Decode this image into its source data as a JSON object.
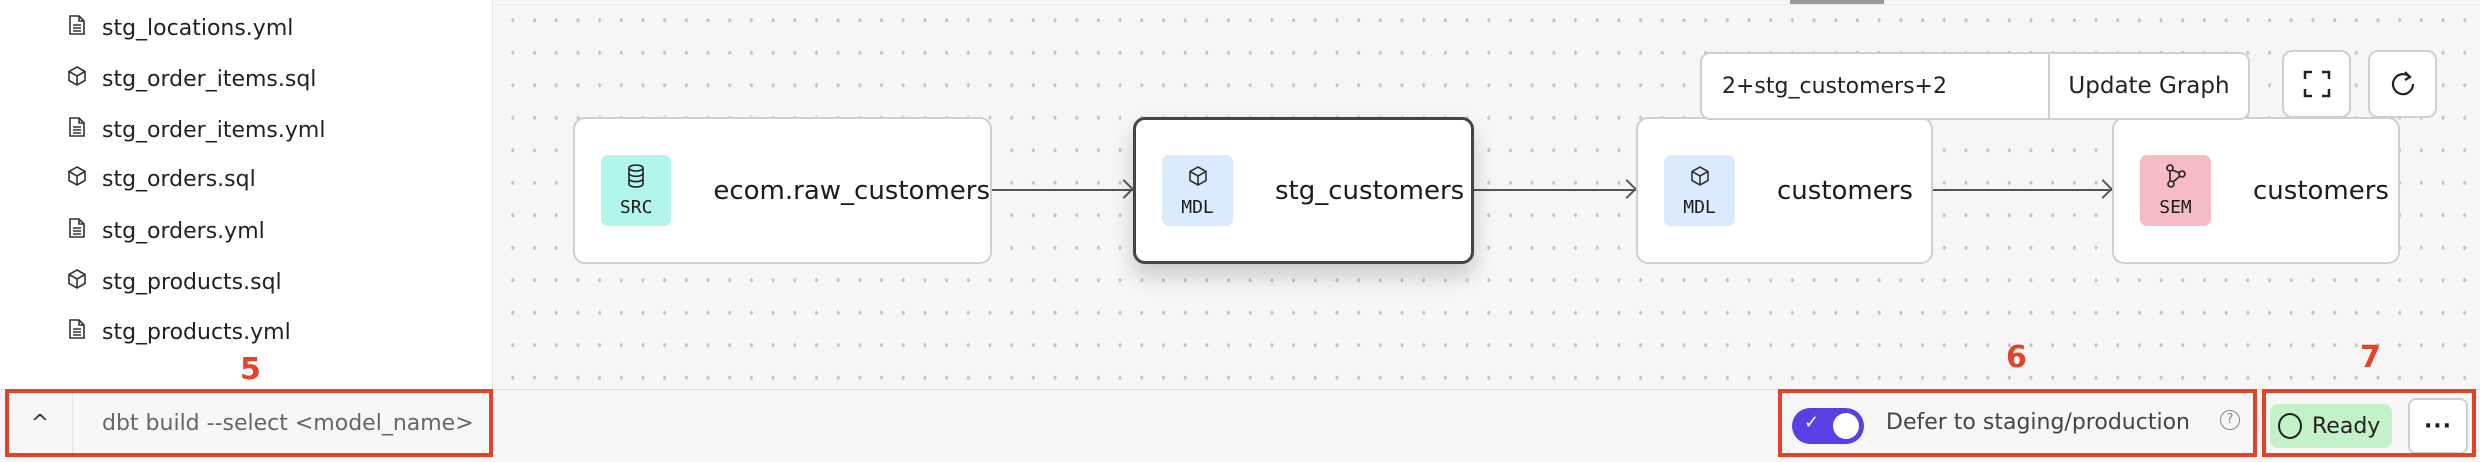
{
  "sidebar": {
    "files": [
      {
        "name": "stg_locations.yml",
        "icon": "file-icon"
      },
      {
        "name": "stg_order_items.sql",
        "icon": "cube-icon"
      },
      {
        "name": "stg_order_items.yml",
        "icon": "file-icon"
      },
      {
        "name": "stg_orders.sql",
        "icon": "cube-icon"
      },
      {
        "name": "stg_orders.yml",
        "icon": "file-icon"
      },
      {
        "name": "stg_products.sql",
        "icon": "cube-icon"
      },
      {
        "name": "stg_products.yml",
        "icon": "file-icon"
      }
    ]
  },
  "graph": {
    "query_value": "2+stg_customers+2",
    "update_label": "Update Graph",
    "nodes": [
      {
        "badge": "SRC",
        "label": "ecom.raw_customers",
        "color": "#b2f5ea",
        "icon": "database-icon"
      },
      {
        "badge": "MDL",
        "label": "stg_customers",
        "color": "#dbeafe",
        "icon": "cube-icon",
        "selected": true
      },
      {
        "badge": "MDL",
        "label": "customers",
        "color": "#dbeafe",
        "icon": "cube-icon"
      },
      {
        "badge": "SEM",
        "label": "customers",
        "color": "#f5bcc6",
        "icon": "semantic-graph-icon"
      }
    ]
  },
  "bottom": {
    "command_placeholder": "dbt build --select <model_name>",
    "defer_label": "Defer to staging/production",
    "defer_enabled": true,
    "status": "Ready",
    "more_label": "···"
  },
  "annotations": {
    "a5": "5",
    "a6": "6",
    "a7": "7"
  },
  "colors": {
    "accent": "#5b3fe4",
    "annotation": "#e4432a",
    "ready": "#c4f2c8"
  }
}
